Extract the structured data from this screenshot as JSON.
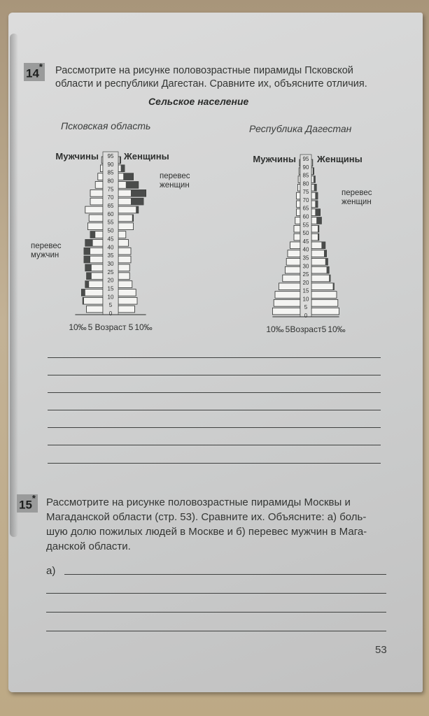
{
  "task14": {
    "number": "14",
    "marker": "*",
    "line1": "Рассмотрите на рисунке половозрастные пирамиды Псковской",
    "line2": "области и республики Дагестан. Сравните их, объясните отличия."
  },
  "figure_title": "Сельское население",
  "pyramids": {
    "left_title": "Псковская область",
    "right_title": "Республика Дагестан",
    "men": "Мужчины",
    "women": "Женщины",
    "women_excess": [
      "перевес",
      "женщин"
    ],
    "men_excess": [
      "перевес",
      "мужчин"
    ],
    "age_ticks": [
      "95",
      "90",
      "85",
      "80",
      "75",
      "70",
      "65",
      "60",
      "55",
      "50",
      "45",
      "40",
      "35",
      "30",
      "25",
      "20",
      "15",
      "10",
      "5",
      "0"
    ],
    "axis": {
      "left_max": "10‰",
      "left_mid": "5",
      "center": "Возраст",
      "right_mid": "5",
      "right_max": "10‰"
    }
  },
  "chart_data": [
    {
      "type": "bar",
      "title": "Псковская область",
      "xlabel": "‰",
      "ylabel": "Возраст",
      "ylim": [
        0,
        95
      ],
      "xlim": [
        -11,
        11
      ],
      "grid": false,
      "categories": [
        "0",
        "5",
        "10",
        "15",
        "20",
        "25",
        "30",
        "35",
        "40",
        "45",
        "50",
        "55",
        "60",
        "65",
        "70",
        "75",
        "80",
        "85",
        "90"
      ],
      "series": [
        {
          "name": "Мужчины",
          "values": [
            6.5,
            8,
            8.5,
            7,
            6.5,
            7,
            7.5,
            7.5,
            7,
            5,
            6,
            5.5,
            7,
            5,
            5,
            3,
            2,
            1,
            0.5
          ]
        },
        {
          "name": "Женщины",
          "values": [
            6.5,
            7.5,
            7,
            5.5,
            4.5,
            4.5,
            5,
            5,
            4,
            3,
            6,
            6,
            8,
            10,
            11,
            8,
            6,
            2.5,
            1
          ]
        }
      ]
    },
    {
      "type": "bar",
      "title": "Республика Дагестан",
      "xlabel": "‰",
      "ylabel": "Возраст",
      "ylim": [
        0,
        95
      ],
      "xlim": [
        -11,
        11
      ],
      "grid": false,
      "categories": [
        "0",
        "5",
        "10",
        "15",
        "20",
        "25",
        "30",
        "35",
        "40",
        "45",
        "50",
        "55",
        "60",
        "65",
        "70",
        "75",
        "80",
        "85",
        "90"
      ],
      "series": [
        {
          "name": "Мужчины",
          "values": [
            11,
            10.5,
            10,
            8.5,
            7,
            6,
            5.5,
            5,
            4,
            2.5,
            2.5,
            2,
            1.5,
            1.5,
            1.5,
            1,
            0.8,
            0.5,
            0.3
          ]
        },
        {
          "name": "Женщины",
          "values": [
            11,
            10.5,
            10,
            9,
            7.5,
            7,
            6.5,
            6,
            5.5,
            3,
            3,
            4,
            3.5,
            2.5,
            2.5,
            2,
            1.5,
            1,
            0.5
          ]
        }
      ]
    }
  ],
  "task15": {
    "number": "15",
    "marker": "*",
    "line1": "Рассмотрите на рисунке половозрастные пирамиды Москвы и",
    "line2": "Магаданской области (стр. 53). Сравните их. Объясните: а) боль-",
    "line3": "шую долю пожилых людей в Москве и б) перевес мужчин в Мага-",
    "line4": "данской области.",
    "answer_label": "а)"
  },
  "page_number": "53"
}
